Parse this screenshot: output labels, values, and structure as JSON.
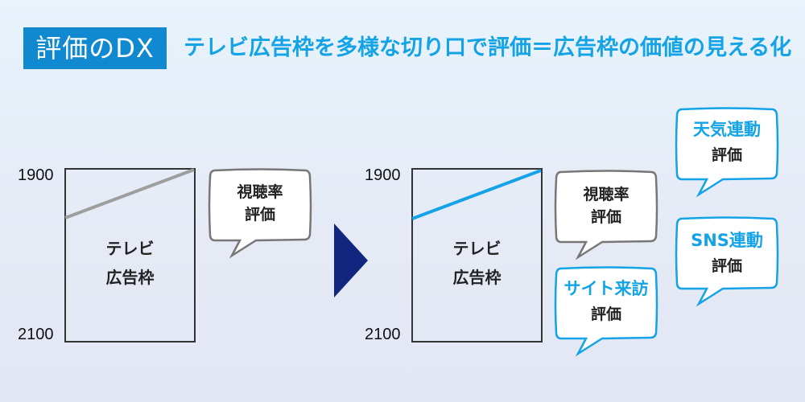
{
  "header": {
    "badge": "評価のDX",
    "headline": "テレビ広告枠を多様な切り口で評価＝広告枠の価値の見える化"
  },
  "colors": {
    "badge_bg": "#1189d1",
    "headline": "#13a3e6",
    "arrow": "#12267f",
    "before_line": "#9e9e9e",
    "after_line": "#13a3e6",
    "bubble_gray_border": "#777777",
    "bubble_blue_border": "#13a3e6"
  },
  "before": {
    "y_top": "1900",
    "y_bottom": "2100",
    "frame_label_1": "テレビ",
    "frame_label_2": "広告枠",
    "bubble": {
      "line1": "視聴率",
      "line2": "評価"
    }
  },
  "after": {
    "y_top": "1900",
    "y_bottom": "2100",
    "frame_label_1": "テレビ",
    "frame_label_2": "広告枠",
    "bubbles": [
      {
        "id": "rating",
        "line1": "視聴率",
        "line2": "評価",
        "style": "gray"
      },
      {
        "id": "site-visit",
        "line1": "サイト来訪",
        "line2": "評価",
        "style": "blue"
      },
      {
        "id": "weather",
        "line1": "天気連動",
        "line2": "評価",
        "style": "blue"
      },
      {
        "id": "sns",
        "line1": "SNS連動",
        "line2": "評価",
        "style": "blue"
      }
    ]
  }
}
